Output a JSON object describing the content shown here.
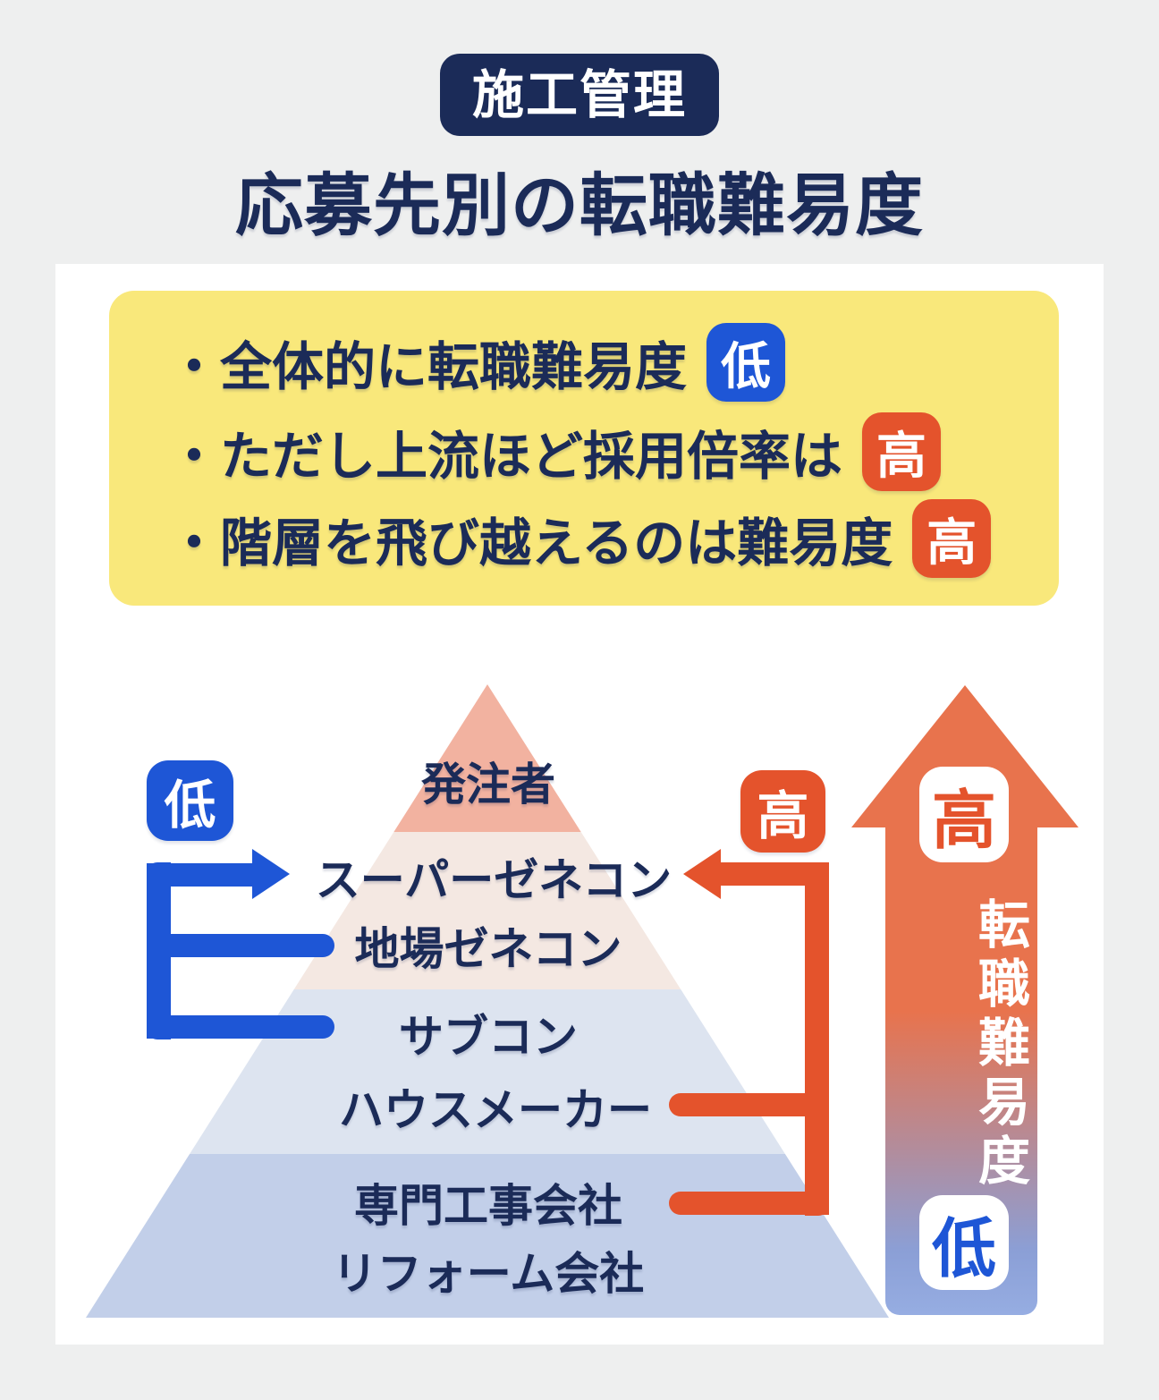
{
  "header": {
    "category_badge": "施工管理",
    "title": "応募先別の転職難易度"
  },
  "summary": {
    "bullets": [
      {
        "text": "・全体的に転職難易度",
        "badge": "低",
        "level": "low"
      },
      {
        "text": "・ただし上流ほど採用倍率は",
        "badge": "高",
        "level": "high"
      },
      {
        "text": "・階層を飛び越えるのは難易度",
        "badge": "高",
        "level": "high"
      }
    ]
  },
  "pyramid": {
    "tiers": [
      {
        "color": "#F2B2A0",
        "labels": [
          "発注者"
        ]
      },
      {
        "color": "#F4E8E2",
        "labels": [
          "スーパーゼネコン",
          "地場ゼネコン"
        ]
      },
      {
        "color": "#DDE4F0",
        "labels": [
          "サブコン",
          "ハウスメーカー"
        ]
      },
      {
        "color": "#C2CFE9",
        "labels": [
          "専門工事会社",
          "リフォーム会社"
        ]
      }
    ]
  },
  "routes": {
    "low_route_badge": "低",
    "high_route_badge": "高"
  },
  "difficulty_axis": {
    "top_badge": "高",
    "label": "転職難易度",
    "bottom_badge": "低"
  },
  "colors": {
    "navy": "#1B2B58",
    "blue": "#1E56D6",
    "orange": "#E4532C",
    "arrow_orange": "#E8734D",
    "arrow_blue": "#96ADE2",
    "yellow_box": "#F9E87B",
    "tier1": "#F2B2A0",
    "tier2": "#F4E8E2",
    "tier3": "#DDE4F0",
    "tier4": "#C2CFE9",
    "background": "#EEEFEF"
  }
}
